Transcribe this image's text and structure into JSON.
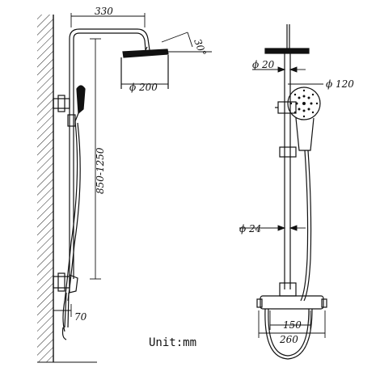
{
  "dimensions": {
    "arm_length": "330",
    "head_angle": "30°",
    "head_diameter": "ϕ 200",
    "height_range": "850-1250",
    "wall_offset": "70",
    "pipe_top": "ϕ 20",
    "hand_shower": "ϕ 120",
    "pipe_bottom": "ϕ 24",
    "inlet_spacing": "150",
    "mixer_width": "260"
  },
  "unit_label": "Unit:mm",
  "colors": {
    "line": "#111111",
    "hatch": "#222222",
    "background": "#ffffff"
  }
}
